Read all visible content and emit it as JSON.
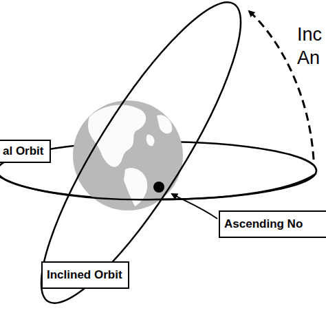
{
  "diagram": {
    "nodes": [
      {
        "text": [
          "al Orbit"
        ]
      },
      {
        "text": [
          "Ascending No"
        ]
      },
      {
        "text": [
          "Inclined Orbit"
        ]
      }
    ],
    "labels": [
      "Inc An"
    ]
  }
}
